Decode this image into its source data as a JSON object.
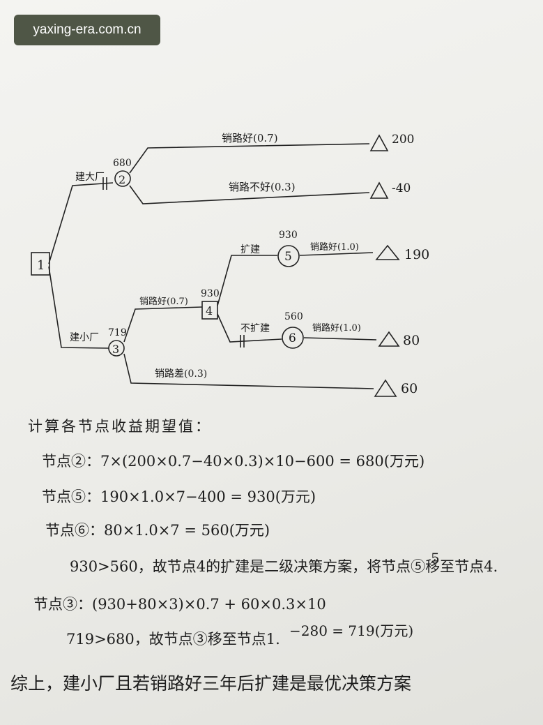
{
  "watermark": "yaxing-era.com.cn",
  "tree": {
    "decision_node_1": "1",
    "chance_node_2": "2",
    "chance_node_3": "3",
    "decision_node_4": "4",
    "chance_node_5": "5",
    "chance_node_6": "6",
    "value_node_2": "680",
    "value_node_3": "719",
    "value_node_4": "930",
    "value_node_5": "930",
    "value_node_6": "560",
    "branch_big_factory": "建大厂",
    "branch_small_factory": "建小厂",
    "branch_expand": "扩建",
    "branch_not_expand": "不扩建",
    "outcome_good_07_top": "销路好(0.7)",
    "outcome_bad_03_top": "销路不好(0.3)",
    "outcome_good_07_mid": "销路好(0.7)",
    "outcome_bad_03_bottom": "销路差(0.3)",
    "outcome_good_10_a": "销路好(1.0)",
    "outcome_good_10_b": "销路好(1.0)",
    "payoff_200": "200",
    "payoff_minus40": "-40",
    "payoff_190": "190",
    "payoff_80": "80",
    "payoff_60": "60"
  },
  "calc": {
    "heading": "计算各节点收益期望值：",
    "line_node2": "节点②：7×(200×0.7−40×0.3)×10−600 = 680(万元)",
    "line_node5": "节点⑤：190×1.0×7−400 = 930(万元)",
    "line_node6": "节点⑥：80×1.0×7 = 560(万元)",
    "line_compare": "930>560，故节点4的扩建是二级决策方案，将节点⑤移至节点4.",
    "line_index5": "5",
    "line_node3": "节点③：(930+80×3)×0.7 + 60×0.3×10",
    "line_node3_sub": "−280 = 719(万元)",
    "line_final_compare": "719>680，故节点③移至节点1.",
    "conclusion": "综上，建小厂且若销路好三年后扩建是最优决策方案"
  }
}
